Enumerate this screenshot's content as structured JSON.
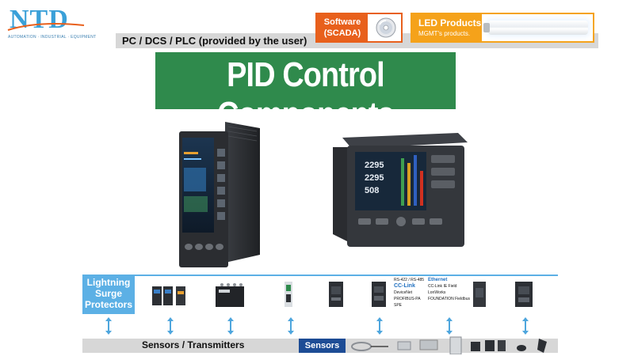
{
  "logo": {
    "text": "NTD",
    "tagline": "AUTOMATION · INDUSTRIAL · EQUIPMENT"
  },
  "top": {
    "pc_label": "PC / DCS / PLC (provided by the user)",
    "software_line1": "Software",
    "software_line2": "(SCADA)",
    "led_title": "LED Products",
    "led_sub": "MGMT's products."
  },
  "banner": {
    "title": "PID Control Components"
  },
  "bottom": {
    "lsp_line1": "Lightning",
    "lsp_line2": "Surge",
    "lsp_line3": "Protectors",
    "comm_col1": [
      "RS-422 / RS-485",
      "CC-Link",
      "DeviceNet",
      "PROFIBUS-PA",
      "SPE"
    ],
    "comm_col2": [
      "Ethernet",
      "CC-Link IE Field",
      "LonWorks",
      "FOUNDATION Fieldbus"
    ],
    "sensors_transmitters": "Sensors / Transmitters",
    "sensors": "Sensors"
  },
  "colors": {
    "banner_green": "#2f8a4c",
    "software_orange": "#e8601c",
    "led_orange": "#f5a21a",
    "lsp_blue": "#5cb0e5",
    "sensors_navy": "#1d4c95"
  }
}
